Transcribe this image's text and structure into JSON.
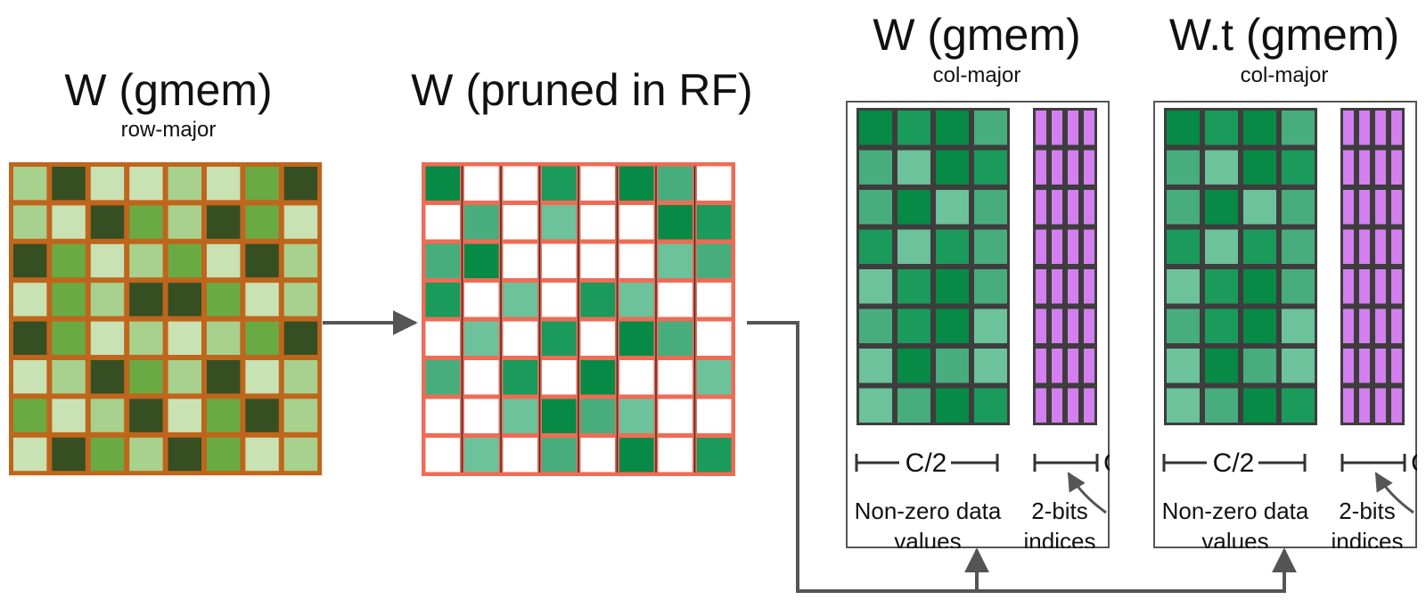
{
  "panels": {
    "w_row": {
      "title": "W (gmem)",
      "subtitle": "row-major"
    },
    "w_pruned": {
      "title": "W (pruned in RF)"
    },
    "w_col": {
      "title": "W (gmem)",
      "subtitle": "col-major",
      "span_label": "C/2",
      "values_label_1": "Non-zero data",
      "values_label_2": "values",
      "indices_label_1": "2-bits",
      "indices_label_2": "indices",
      "cut_label": "C"
    },
    "wt_col": {
      "title": "W.t (gmem)",
      "subtitle": "col-major",
      "span_label": "C/2",
      "values_label_1": "Non-zero data",
      "values_label_2": "values",
      "indices_label_1": "2-bits",
      "indices_label_2": "indices",
      "cut_label": "C"
    }
  },
  "colors": {
    "row_major_border": "#c0651c",
    "row_major_shades": [
      "#354f23",
      "#6aaa43",
      "#a8d18e",
      "#c8e2b4"
    ],
    "pruned_border": "#f06b55",
    "pruned_shades": [
      "#ffffff",
      "#078a45",
      "#1a9a5b",
      "#47ad7d",
      "#6cc29a"
    ],
    "packed_border": "#3d3d3d",
    "index_fill": "#d47ff0",
    "arrow": "#555555"
  },
  "row_major_grid": [
    [
      2,
      0,
      3,
      3,
      2,
      3,
      1,
      0
    ],
    [
      2,
      3,
      0,
      1,
      2,
      0,
      1,
      3
    ],
    [
      0,
      1,
      3,
      2,
      1,
      3,
      0,
      2
    ],
    [
      3,
      1,
      2,
      0,
      0,
      1,
      3,
      2
    ],
    [
      0,
      1,
      3,
      2,
      3,
      2,
      1,
      0
    ],
    [
      3,
      2,
      0,
      1,
      2,
      0,
      3,
      2
    ],
    [
      1,
      3,
      2,
      0,
      3,
      1,
      0,
      2
    ],
    [
      3,
      0,
      1,
      2,
      0,
      1,
      3,
      2
    ]
  ],
  "pruned_grid": [
    [
      1,
      0,
      0,
      2,
      0,
      1,
      3,
      0
    ],
    [
      0,
      3,
      0,
      4,
      0,
      0,
      1,
      2
    ],
    [
      3,
      1,
      0,
      0,
      0,
      0,
      4,
      3
    ],
    [
      2,
      0,
      4,
      0,
      2,
      4,
      0,
      0
    ],
    [
      0,
      4,
      0,
      2,
      0,
      1,
      3,
      0
    ],
    [
      3,
      0,
      2,
      0,
      1,
      0,
      0,
      4
    ],
    [
      0,
      0,
      4,
      1,
      3,
      4,
      0,
      0
    ],
    [
      0,
      4,
      0,
      3,
      0,
      1,
      0,
      2
    ]
  ],
  "packed_grid": [
    [
      1,
      2,
      1,
      3
    ],
    [
      3,
      4,
      1,
      2
    ],
    [
      3,
      1,
      4,
      3
    ],
    [
      2,
      4,
      2,
      3
    ],
    [
      4,
      2,
      1,
      3
    ],
    [
      3,
      2,
      1,
      4
    ],
    [
      4,
      1,
      3,
      4
    ],
    [
      4,
      3,
      1,
      2
    ]
  ]
}
